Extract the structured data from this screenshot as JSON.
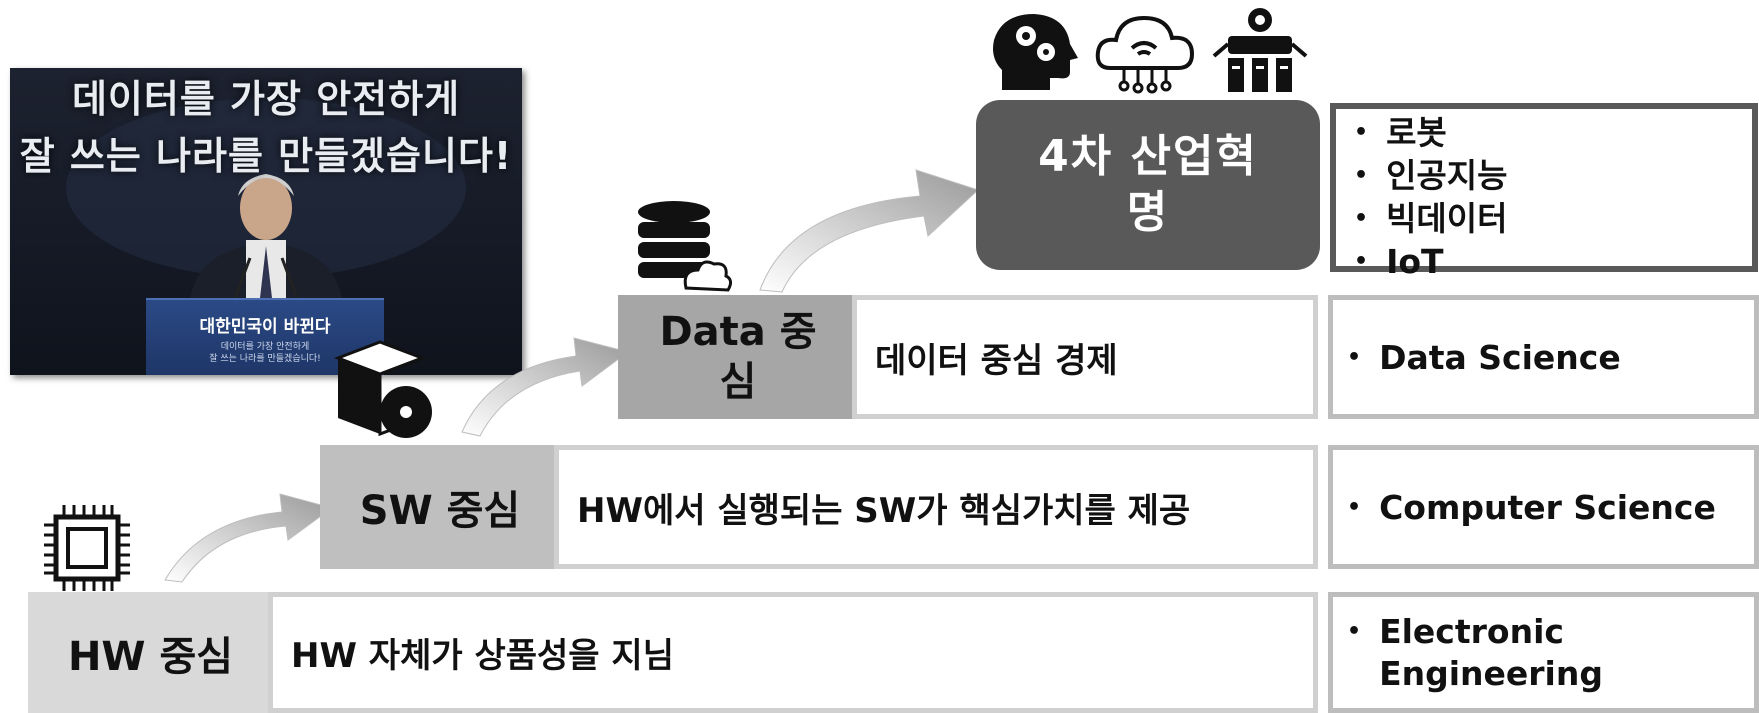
{
  "photo": {
    "caption_line1": "데이터를 가장 안전하게",
    "caption_line2": "잘 쓰는 나라를 만들겠습니다!",
    "podium_title": "대한민국이 바뀐다",
    "podium_sub1": "데이터를 가장 안전하게",
    "podium_sub2": "잘 쓰는 나라를 만들겠습니다!"
  },
  "levels": [
    {
      "label": "HW 중심",
      "description": "HW 자체가 상품성을 지님",
      "skills": [
        "Electronic",
        "Engineering"
      ]
    },
    {
      "label": "SW 중심",
      "description": "HW에서 실행되는 SW가 핵심가치를 제공",
      "skills": [
        "Computer Science"
      ]
    },
    {
      "label_line1": "Data 중",
      "label_line2": "심",
      "description": "데이터 중심 경제",
      "skills": [
        "Data Science"
      ]
    },
    {
      "label_line1": "4차 산업혁",
      "label_line2": "명",
      "skills": [
        "로봇",
        "인공지능",
        "빅데이터",
        "IoT"
      ]
    }
  ],
  "bullet_glyph": "•",
  "icons": [
    "microchip-icon",
    "software-box-icon",
    "database-cloud-icon",
    "ai-head-gears-icon",
    "iot-cloud-icon",
    "robot-icon"
  ],
  "colors": {
    "hw_label": "#d9d9d9",
    "sw_label": "#bfbfbf",
    "data_label": "#a6a6a6",
    "top_box": "#595959"
  }
}
